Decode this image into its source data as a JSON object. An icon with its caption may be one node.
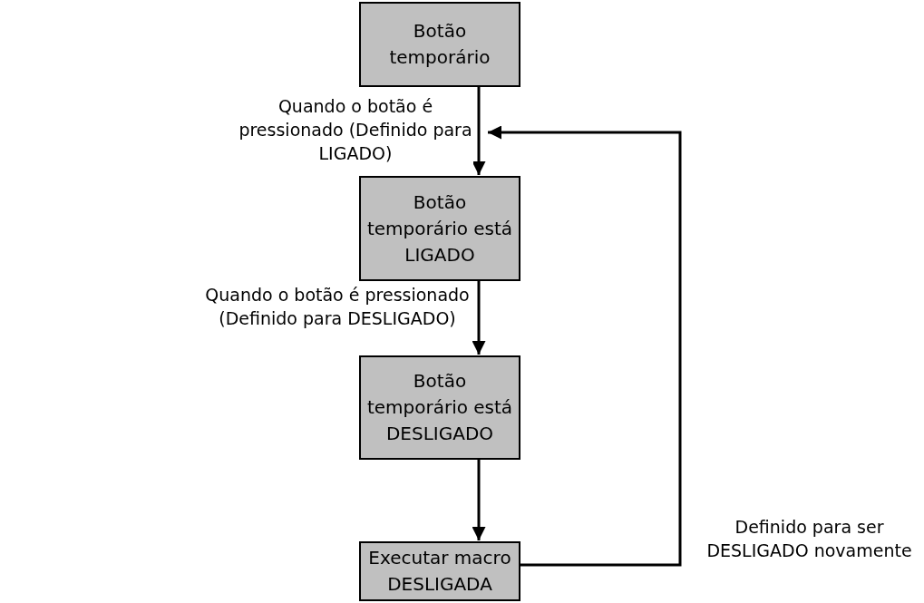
{
  "diagram": {
    "nodes": [
      {
        "text": [
          "Botão temporário"
        ]
      },
      {
        "text": [
          "Botão temporário está LIGADO"
        ]
      },
      {
        "text": [
          "Botão temporário está DESLIGADO"
        ]
      },
      {
        "text": [
          "Executar macro DESLIGADA"
        ]
      }
    ],
    "edges": [
      {
        "from": 0,
        "to": 1,
        "arrow": "to",
        "label": "Quando o botão é pressionado (Definido para LIGADO)"
      },
      {
        "from": 1,
        "to": 2,
        "arrow": "to",
        "label": "Quando o botão é pressionado (Definido para DESLIGADO)"
      },
      {
        "from": 2,
        "to": 3,
        "arrow": "to"
      },
      {
        "from": 3,
        "to": 1,
        "arrow": "to",
        "label": "Definido para ser DESLIGADO novamente"
      }
    ]
  }
}
